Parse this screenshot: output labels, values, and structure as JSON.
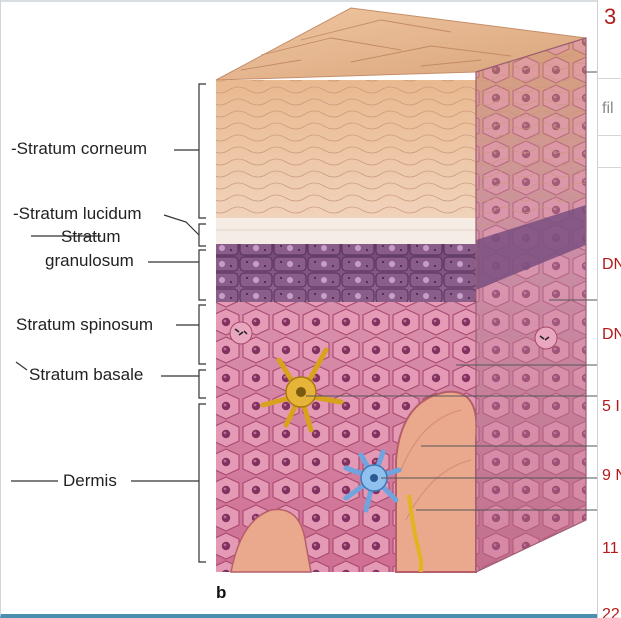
{
  "figure": {
    "panel_letter": "b",
    "labels": {
      "stratum_corneum": "-Stratum corneum",
      "stratum_lucidum": "Stratum lucidum",
      "stratum_granulosum_line1": "Stratum",
      "stratum_granulosum_line2": "granulosum",
      "stratum_spinosum": "Stratum spinosum",
      "stratum_basale": "Stratum basale",
      "dermis": "Dermis"
    }
  },
  "right_column": {
    "heading_number": "3",
    "input_placeholder_fragment": "fil",
    "items": [
      "DN",
      "DN",
      "5 I",
      "9 N",
      "11"
    ],
    "bottom_fragment": "22"
  },
  "colors": {
    "accent_red": "#b31b1b",
    "panel_border_blue": "#4a8fb0",
    "corneum": "#e2b48f",
    "granulosum": "#7a4f80",
    "spinosum": "#d98aa7",
    "melanocyte": "#d9a21c",
    "langerhans": "#7fb3e6"
  },
  "icons": [
    "melanocyte-cell-icon",
    "langerhans-cell-icon",
    "mitotic-cell-icon"
  ]
}
